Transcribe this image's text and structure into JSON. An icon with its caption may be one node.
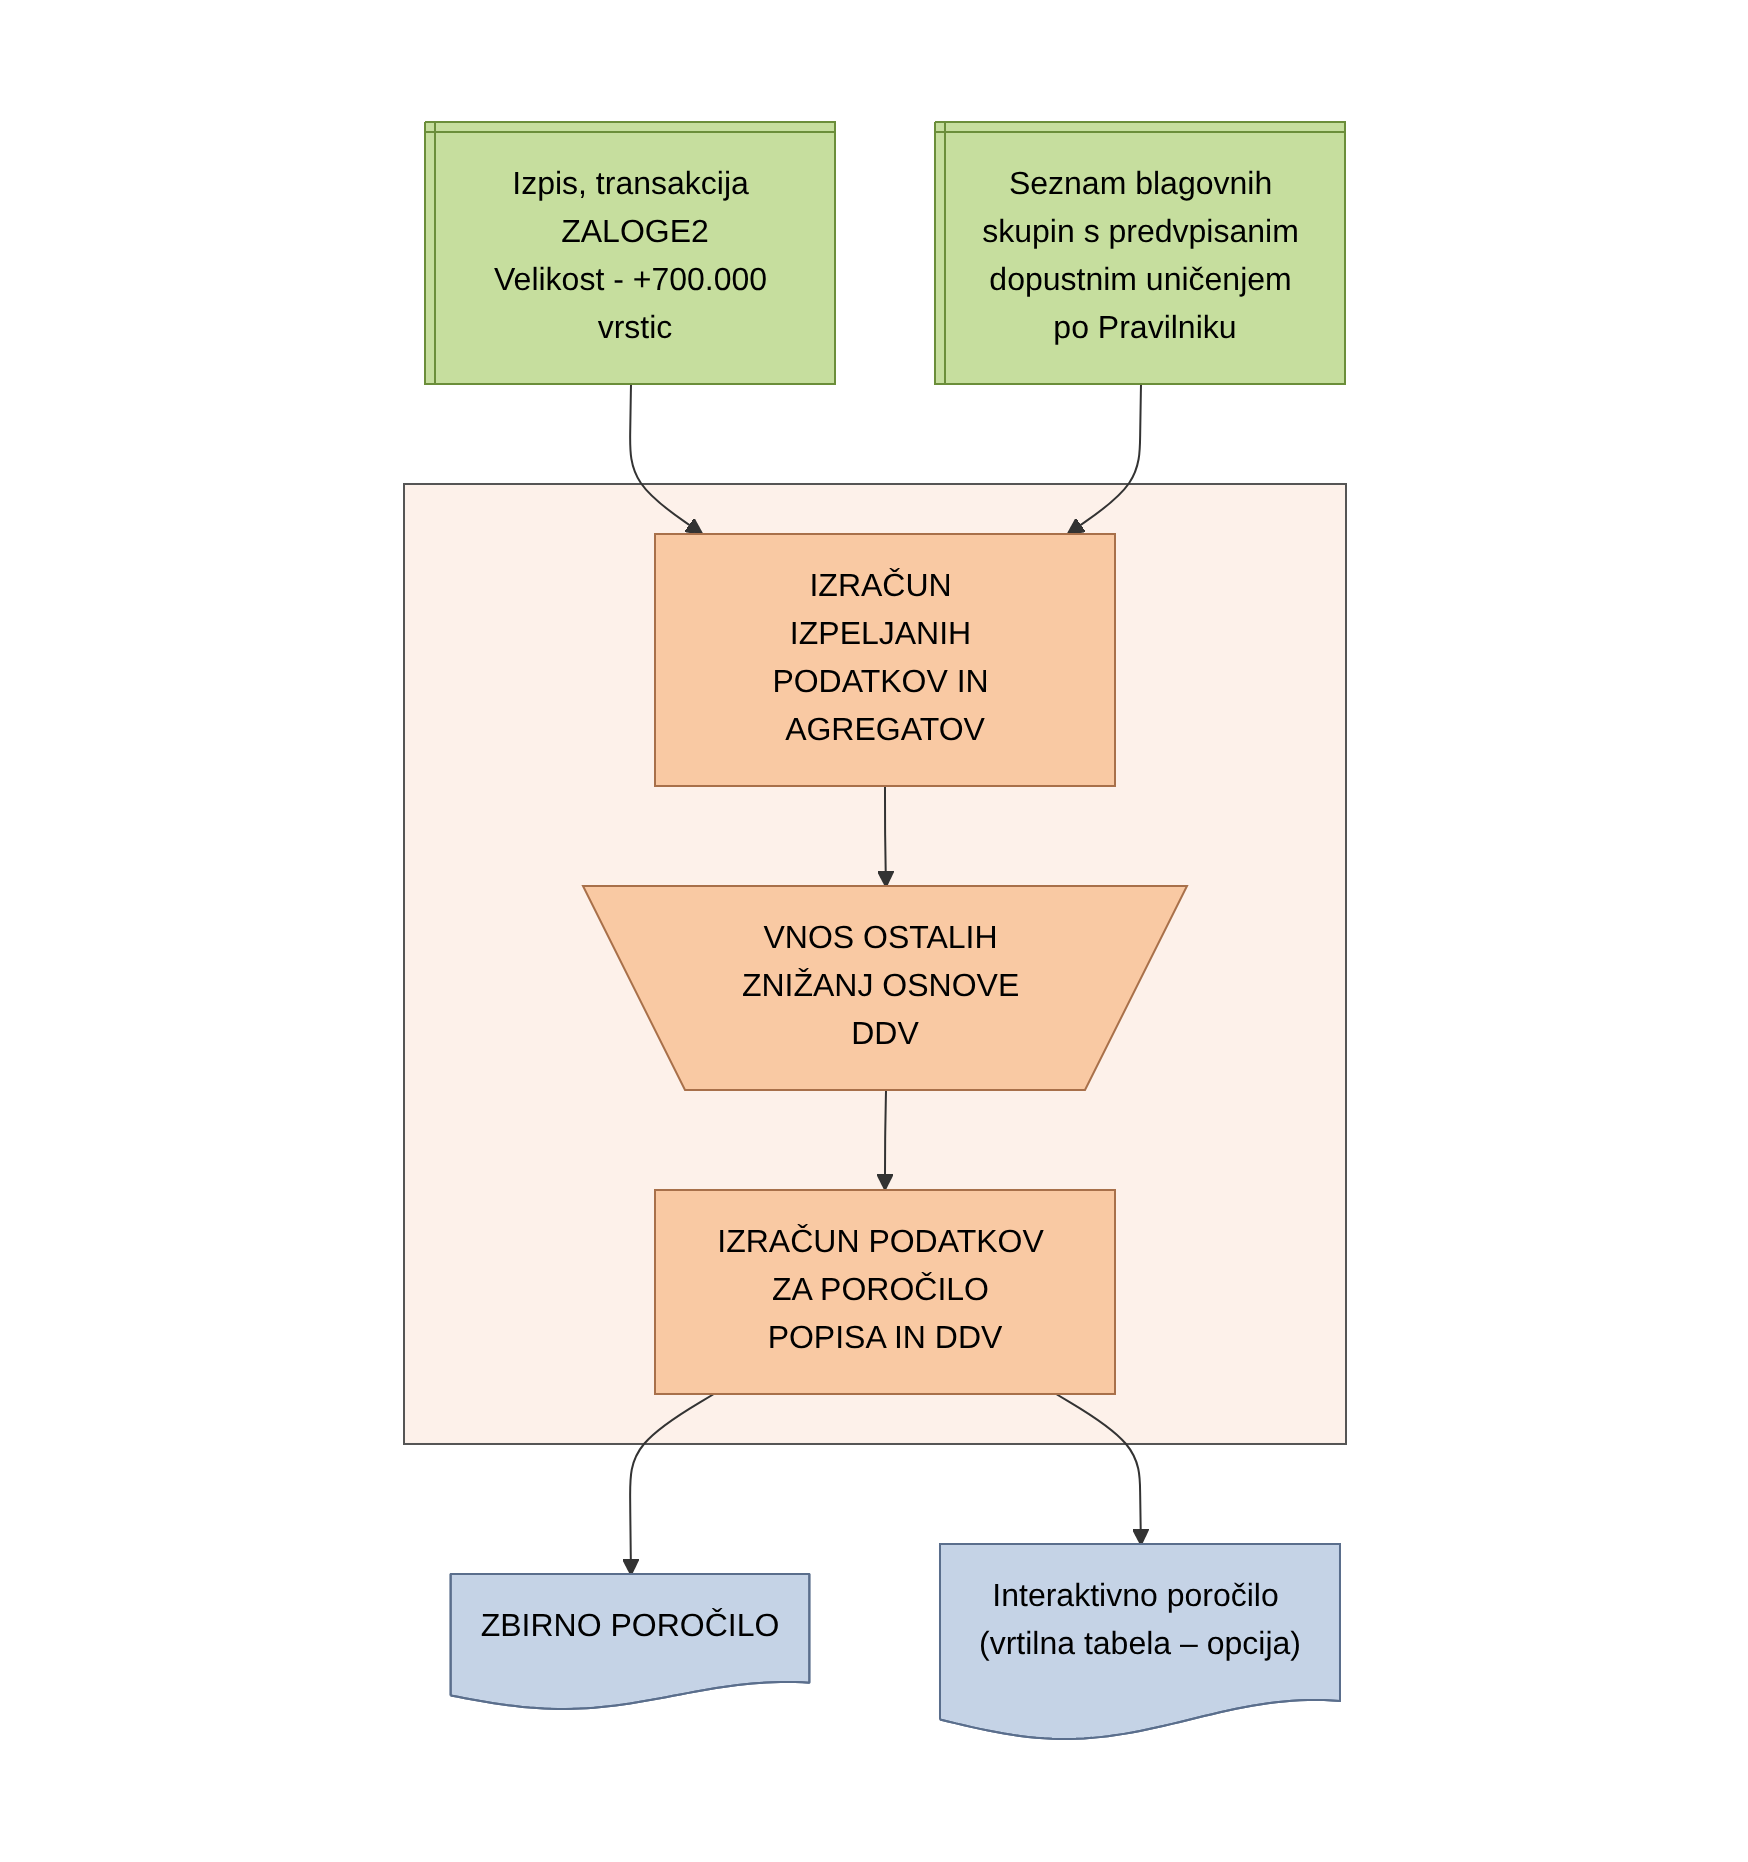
{
  "diagram": {
    "nodes": [
      {
        "text": [],
        "shape": "box"
      },
      {
        "text": [
          "IZRAČUN IZPELJANIH PODATKOV IN AGREGATOV"
        ],
        "in": 0
      },
      {
        "text": [
          "VNOS OSTALIH ZNIŽANJ OSNOVE DDV"
        ],
        "in": 0
      },
      {
        "text": [
          "IZRAČUN PODATKOV ZA POROČILO POPISA IN DDV"
        ],
        "in": 0
      },
      {
        "text": [
          "Izpis, transakcija ZALOGE2",
          "Velikost - +700.000 vrstic"
        ]
      },
      {
        "text": [
          "Seznam blagovnih skupin s predvpisanim dopustnim uničenjem po Pravilniku"
        ]
      },
      {
        "text": [
          "ZBIRNO POROČILO"
        ]
      },
      {
        "text": [
          "Interaktivno poročilo (vrtilna tabela – opcija)"
        ]
      }
    ],
    "edges": [
      {
        "from": 4,
        "to": 1,
        "arrow": "to"
      },
      {
        "from": 5,
        "to": 1,
        "arrow": "to"
      },
      {
        "from": 1,
        "to": 2,
        "arrow": "to"
      },
      {
        "from": 2,
        "to": 3,
        "arrow": "to"
      },
      {
        "from": 3,
        "to": 6,
        "arrow": "to"
      },
      {
        "from": 3,
        "to": 7,
        "arrow": "to"
      }
    ]
  }
}
